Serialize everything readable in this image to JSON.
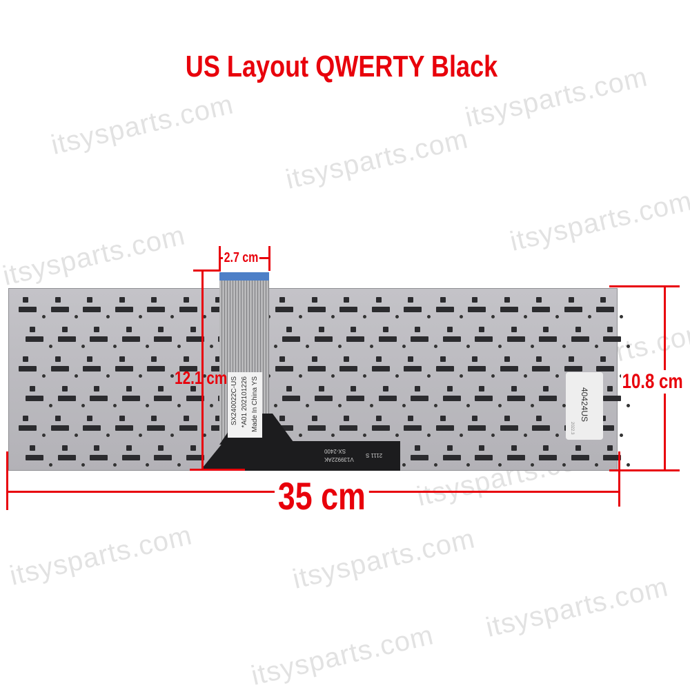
{
  "title": "US Layout QWERTY Black",
  "watermark": "itsysparts.com",
  "dimensions": {
    "width": "35 cm",
    "height": "10.8 cm",
    "cable_length": "12.1 cm",
    "cable_width": "2.7 cm"
  },
  "labels": {
    "cable_label": [
      "SX240022C-US",
      "*A01 202101226",
      "Made In China YS"
    ],
    "flex_text": [
      "SX-2400",
      "V139922AK",
      "2111 S"
    ],
    "part_label": "40424US",
    "part_label_small": "2022.3"
  },
  "colors": {
    "annotation": "#e8000b",
    "cable_tip": "#4d7fc7"
  }
}
